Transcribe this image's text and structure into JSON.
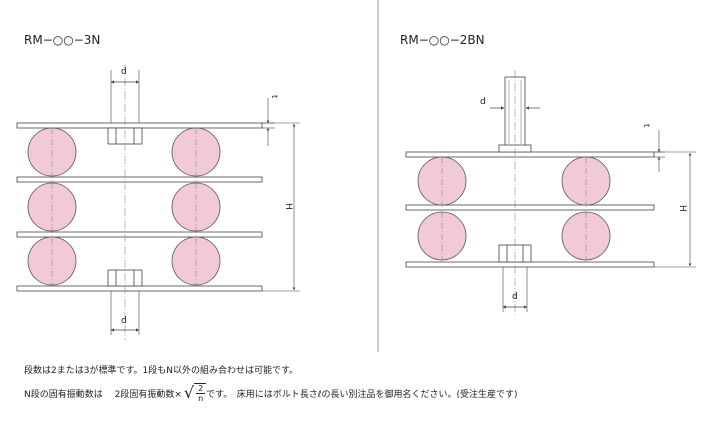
{
  "colors": {
    "roller_fill": "#f2c9d7",
    "roller_stroke": "#555555",
    "line": "#444444",
    "divider": "#999999"
  },
  "left_figure": {
    "title": "RM−○○−3N",
    "dim_d_top": "d",
    "dim_d_bottom": "d",
    "dim_t": "t",
    "dim_h": "H"
  },
  "right_figure": {
    "title": "RM−○○−2BN",
    "dim_d_top": "d",
    "dim_d_bottom": "d",
    "dim_t": "t",
    "dim_h": "H"
  },
  "notes": {
    "line1": "段数は2または3が標準です。1段もN以外の組み合わせは可能です。",
    "line2_prefix": "N段の固有振動数は　 2段固有振動数×",
    "frac_num": "2",
    "frac_den": "n",
    "line2_suffix": "です。　床用にはボルト長さℓの長い別注品を御用名ください。(受注生産です)"
  }
}
